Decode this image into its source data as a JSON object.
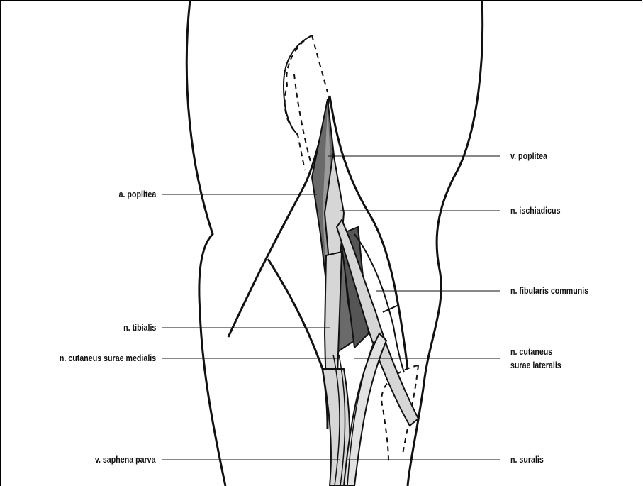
{
  "labels_left": [
    {
      "id": "a-poplitea",
      "text": "a. poplitea"
    },
    {
      "id": "n-tibialis",
      "text": "n. tibialis"
    },
    {
      "id": "n-cutaneus-surae-medialis",
      "text": "n. cutaneus surae medialis"
    },
    {
      "id": "v-saphena-parva",
      "text": "v. saphena parva"
    }
  ],
  "labels_right": [
    {
      "id": "v-poplitea",
      "text": "v. poplitea"
    },
    {
      "id": "n-ischiadicus",
      "text": "n. ischiadicus"
    },
    {
      "id": "n-fibularis-communis",
      "text": "n. fibularis communis"
    },
    {
      "id": "n-cutaneus-surae-lateralis",
      "lines": [
        "n. cutaneus",
        "surae lateralis"
      ]
    },
    {
      "id": "n-suralis",
      "text": "n. suralis"
    }
  ],
  "colors": {
    "line": "#111111",
    "nerve_fill": "#d6d6d6",
    "vessel_fill": "#8a8a8a",
    "dark_fill": "#4a4a4a"
  }
}
